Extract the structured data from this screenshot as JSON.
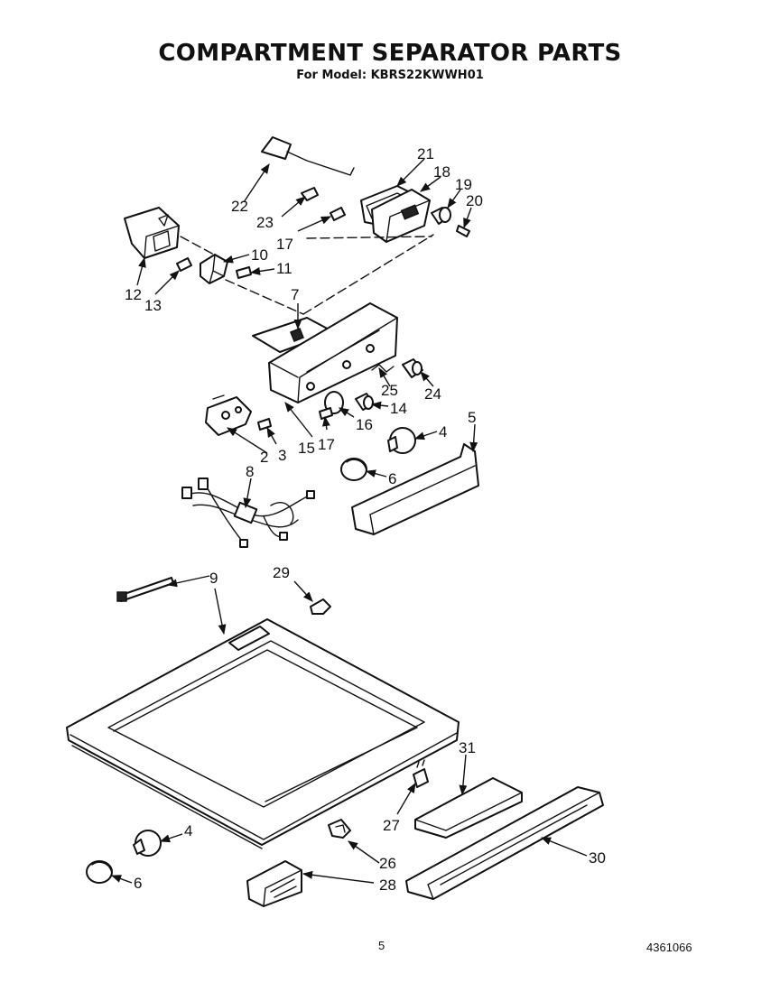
{
  "header": {
    "title": "COMPARTMENT SEPARATOR PARTS",
    "subtitle": "For Model: KBRS22KWWH01"
  },
  "footer": {
    "page_number": "5",
    "document_number": "4361066"
  },
  "callouts": {
    "c2": "2",
    "c3": "3",
    "c4a": "4",
    "c4b": "4",
    "c5": "5",
    "c6a": "6",
    "c6b": "6",
    "c7": "7",
    "c8": "8",
    "c9": "9",
    "c10": "10",
    "c11": "11",
    "c12": "12",
    "c13": "13",
    "c14": "14",
    "c15": "15",
    "c16": "16",
    "c17a": "17",
    "c17b": "17",
    "c18": "18",
    "c19": "19",
    "c20": "20",
    "c21": "21",
    "c22": "22",
    "c23": "23",
    "c24": "24",
    "c25": "25",
    "c26": "26",
    "c27": "27",
    "c28": "28",
    "c29": "29",
    "c30": "30",
    "c31": "31"
  }
}
